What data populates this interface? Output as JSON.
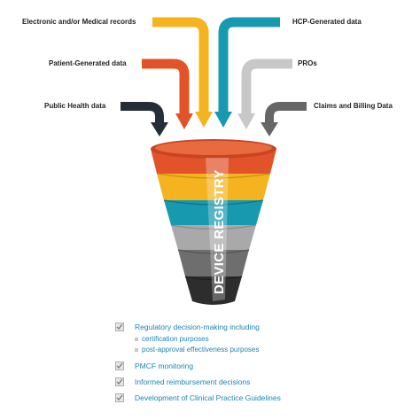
{
  "sources": {
    "electronic_medical_records": "Electronic and/or Medical records",
    "hcp_generated": "HCP-Generated data",
    "patient_generated": "Patient-Generated data",
    "pros": "PROs",
    "public_health": "Public Health data",
    "claims_billing": "Claims and Billing Data"
  },
  "funnel": {
    "label": "DEVICE REGISTRY",
    "band_colors": [
      "#e2532a",
      "#f5b31f",
      "#1799b0",
      "#a9a9a9",
      "#6e6e6e",
      "#2d2d2d"
    ]
  },
  "arrow_colors": {
    "public_health": "#252e38",
    "patient_generated": "#e2532a",
    "electronic_medical_records": "#f5b31f",
    "hcp_generated": "#1799b0",
    "pros": "#c8c8c8",
    "claims_billing": "#666666"
  },
  "outcomes": {
    "item1": "Regulatory decision-making including",
    "item1_sub1": "certification purposes",
    "item1_sub2": "post-approval effectiveness purposes",
    "item2": "PMCF monitoring",
    "item3": "Informed reimbursement decisions",
    "item4": "Development of Clinical Practice Guidelines"
  }
}
